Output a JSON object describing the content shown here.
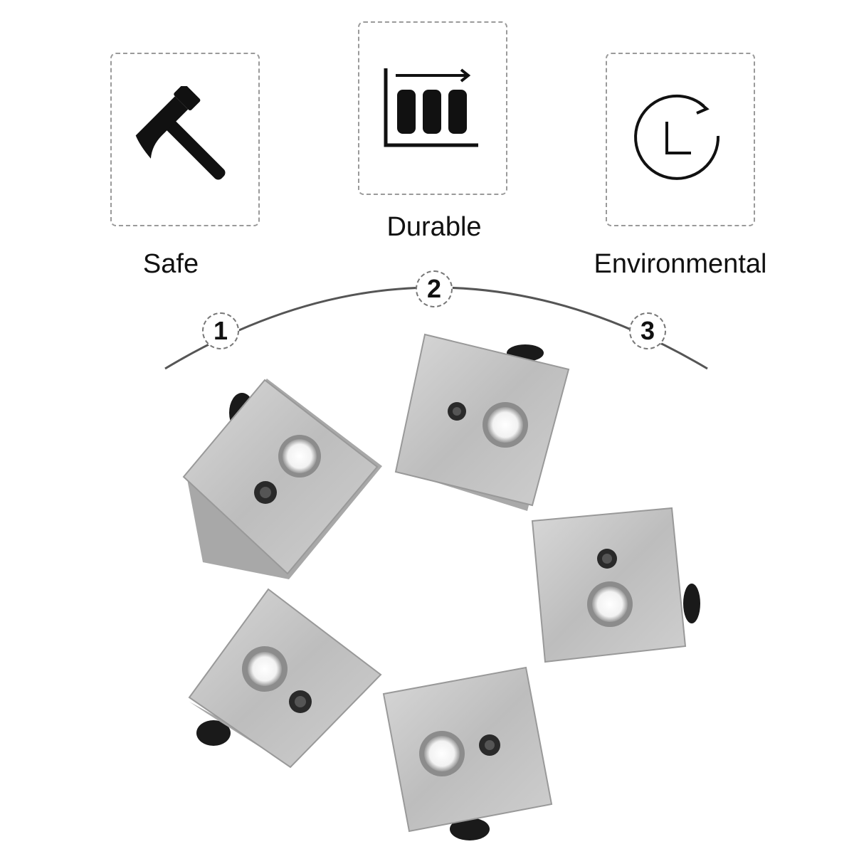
{
  "features": [
    {
      "icon": "hammer-icon",
      "label": "Safe"
    },
    {
      "icon": "bar-chart-arrow-icon",
      "label": "Durable"
    },
    {
      "icon": "clock-refresh-icon",
      "label": "Environmental"
    }
  ],
  "steps": [
    "1",
    "2",
    "3"
  ],
  "product": {
    "item": "heater-block",
    "count": 5
  },
  "colors": {
    "box_border": "#9a9a9a",
    "arc": "#555555",
    "aluminum": "#c8c8c8",
    "screw": "#1a1a1a"
  }
}
